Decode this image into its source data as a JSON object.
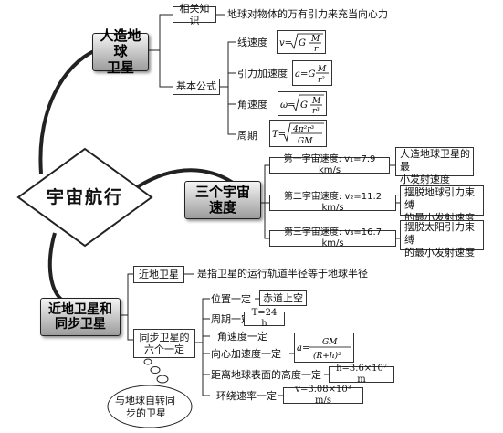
{
  "center": {
    "label": "宇宙航行"
  },
  "satellite": {
    "title_line1": "人造地球",
    "title_line2": "卫星",
    "related_knowledge": "相关知识",
    "related_desc": "地球对物体的万有引力来充当向心力",
    "basic_formulas": "基本公式",
    "formulas": [
      {
        "label": "线速度",
        "lhs": "v",
        "num": "M",
        "den": "r",
        "pre": "G"
      },
      {
        "label": "引力加速度",
        "lhs": "a",
        "num": "M",
        "den": "r²",
        "pre": "G"
      },
      {
        "label": "角速度",
        "lhs": "ω",
        "num": "M",
        "den": "r³",
        "pre": "G"
      },
      {
        "label": "周期",
        "lhs": "T",
        "num": "4π²r³",
        "den": "GM",
        "pre": ""
      }
    ]
  },
  "cosmic": {
    "title_line1": "三个宇宙",
    "title_line2": "速度",
    "items": [
      {
        "label": "第一宇宙速度: v₁=7.9 km/s",
        "desc_line1": "人造地球卫星的最",
        "desc_line2": "小发射速度"
      },
      {
        "label": "第二宇宙速度: v₂=11.2 km/s",
        "desc_line1": "摆脱地球引力束缚",
        "desc_line2": "的最小发射速度"
      },
      {
        "label": "第三宇宙速度: v₃=16.7 km/s",
        "desc_line1": "摆脱太阳引力束缚",
        "desc_line2": "的最小发射速度"
      }
    ]
  },
  "near": {
    "title_line1": "近地卫星和",
    "title_line2": "同步卫星",
    "near_label": "近地卫星",
    "near_desc": "是指卫星的运行轨道半径等于地球半径",
    "sync_line1": "同步卫星的",
    "sync_line2": "六个一定",
    "cloud_line1": "与地球自转同",
    "cloud_line2": "步的卫星",
    "items": [
      {
        "label": "位置一定",
        "value": "赤道上空"
      },
      {
        "label": "周期一定",
        "value": "T=24 h"
      },
      {
        "label": "角速度一定",
        "value": ""
      },
      {
        "label": "向心加速度一定",
        "value_lhs": "a=",
        "value_num": "GM",
        "value_den": "(R+h)²"
      },
      {
        "label": "距离地球表面的高度一定",
        "value": "h=3.6×10⁷ m"
      },
      {
        "label": "环绕速率一定",
        "value": "v=3.08×10³ m/s"
      }
    ]
  }
}
